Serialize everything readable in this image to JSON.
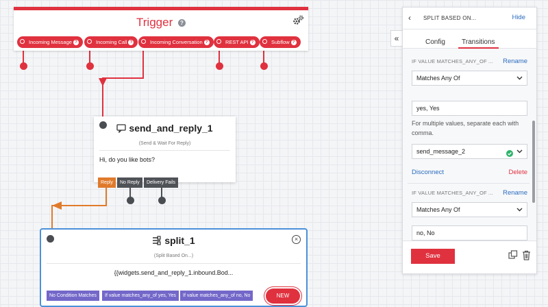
{
  "trigger": {
    "title": "Trigger",
    "help": "?",
    "pills": [
      {
        "label": "Incoming Message"
      },
      {
        "label": "Incoming Call"
      },
      {
        "label": "Incoming Conversation"
      },
      {
        "label": "REST API"
      },
      {
        "label": "Subflow"
      }
    ]
  },
  "send_and_reply": {
    "title": "send_and_reply_1",
    "subtitle": "(Send & Wait For Reply)",
    "body": "Hi, do you like bots?",
    "transitions": [
      "Reply",
      "No Reply",
      "Delivery Fails"
    ]
  },
  "split": {
    "title": "split_1",
    "subtitle": "(Split Based On...)",
    "body": "{{widgets.send_and_reply_1.inbound.Bod...",
    "close": "×",
    "transitions": [
      "No Condition Matches",
      "If value matches_any_of yes, Yes",
      "If value matches_any_of no, No"
    ],
    "new_label": "NEW"
  },
  "collapse_icon": "«",
  "panel": {
    "back": "‹",
    "title": "SPLIT BASED ON...",
    "hide": "Hide",
    "tabs": [
      "Config",
      "Transitions"
    ],
    "active_tab": "Transitions",
    "conditions": [
      {
        "label": "IF VALUE MATCHES_ANY_OF ...",
        "rename": "Rename",
        "operator": "Matches Any Of",
        "value": "yes, Yes",
        "hint": "For multiple values, separate each with comma.",
        "next_widget": "send_message_2",
        "disconnect": "Disconnect",
        "delete": "Delete"
      },
      {
        "label": "IF VALUE MATCHES_ANY_OF ...",
        "rename": "Rename",
        "operator": "Matches Any Of",
        "value": "no, No"
      }
    ],
    "save": "Save"
  },
  "colors": {
    "brand_red": "#e0313f",
    "link_blue": "#2a6bbd",
    "reply_orange": "#e07a2b",
    "split_border": "#4a90d9",
    "transition_purple": "#7367c9"
  }
}
